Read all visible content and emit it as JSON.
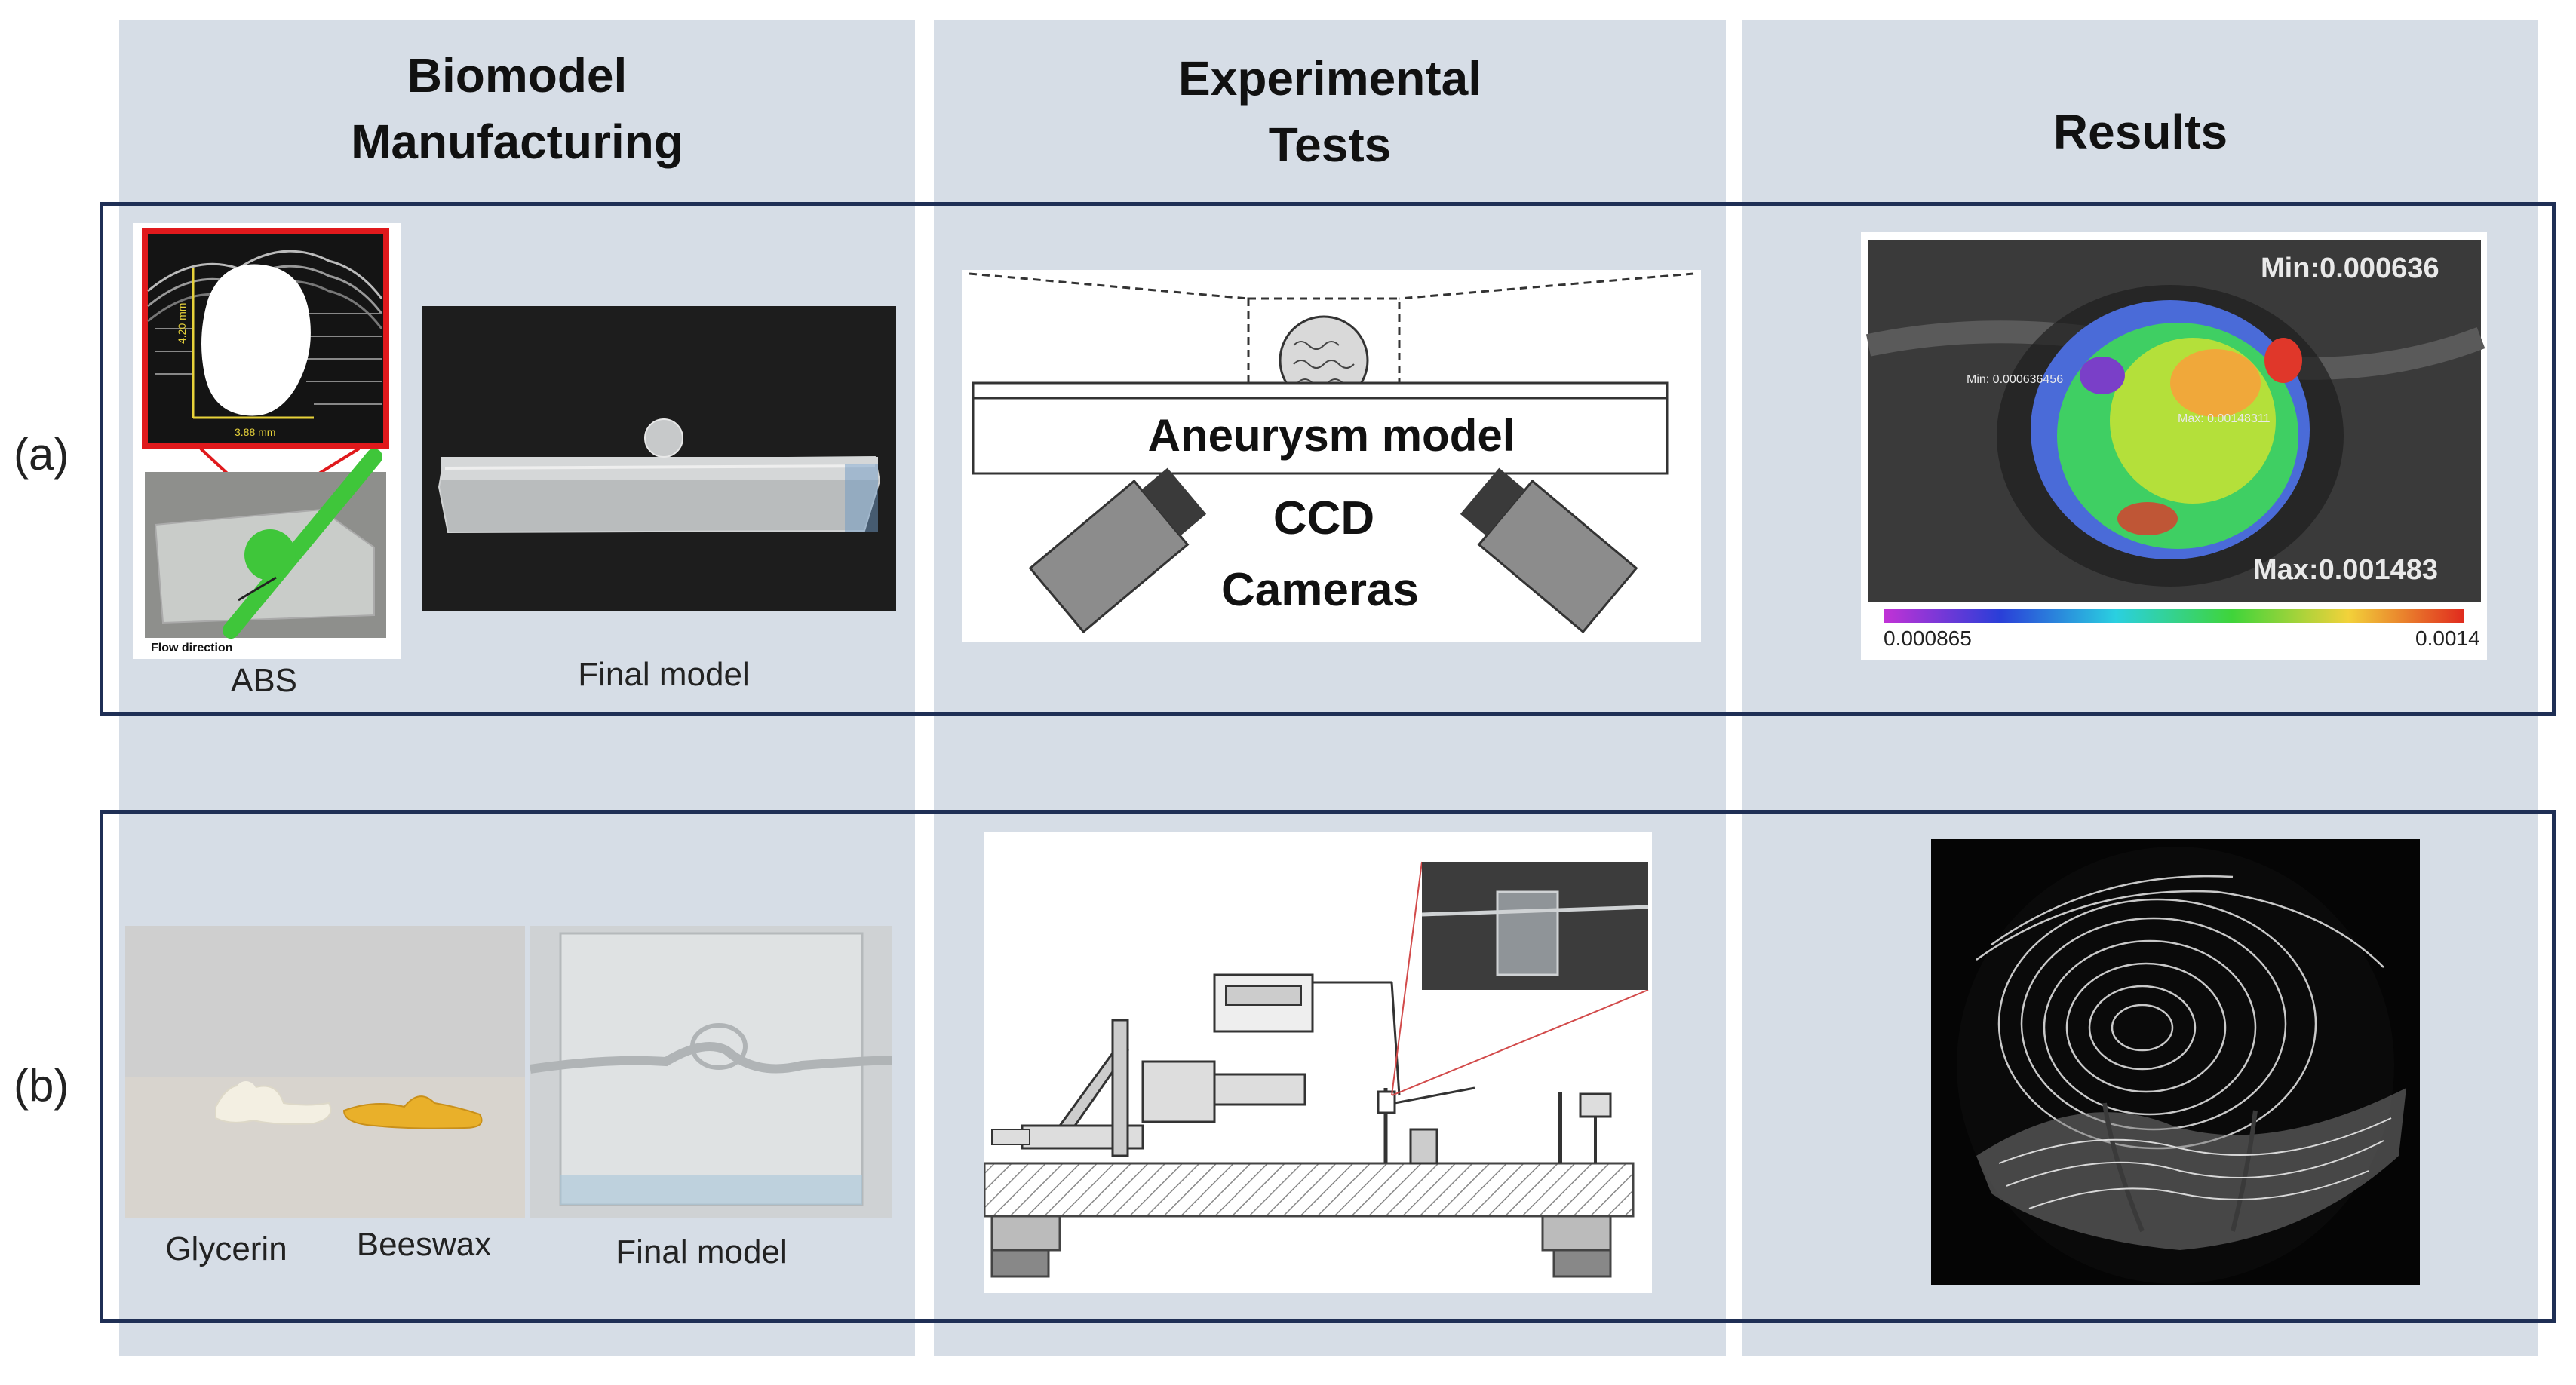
{
  "columns": {
    "biomodel": "Biomodel\nManufacturing",
    "tests": "Experimental\nTests",
    "results": "Results"
  },
  "rows": {
    "a": "(a)",
    "b": "(b)"
  },
  "row_a": {
    "abs_caption": "ABS",
    "final_caption": "Final model",
    "abs_inset": {
      "dim_v": "4.20 mm",
      "dim_h": "3.88 mm",
      "flow": "Flow direction"
    },
    "setup": {
      "model": "Aneurysm model",
      "cameras": "CCD\nCameras"
    },
    "result": {
      "min_label": "Min:0.000636",
      "max_label": "Max:0.001483",
      "inner_min": "Min: 0.000636456",
      "inner_max": "Max: 0.00148311",
      "scale_low": "0.000865",
      "scale_high": "0.0014"
    }
  },
  "row_b": {
    "glycerin_caption": "Glycerin",
    "beeswax_caption": "Beeswax",
    "final_caption": "Final model"
  },
  "colors": {
    "column_bg": "#d6dde6",
    "frame": "#1f2f55",
    "inset_border": "#e0191c",
    "abs_green": "#3fc63a",
    "beeswax": "#e9b02a"
  }
}
